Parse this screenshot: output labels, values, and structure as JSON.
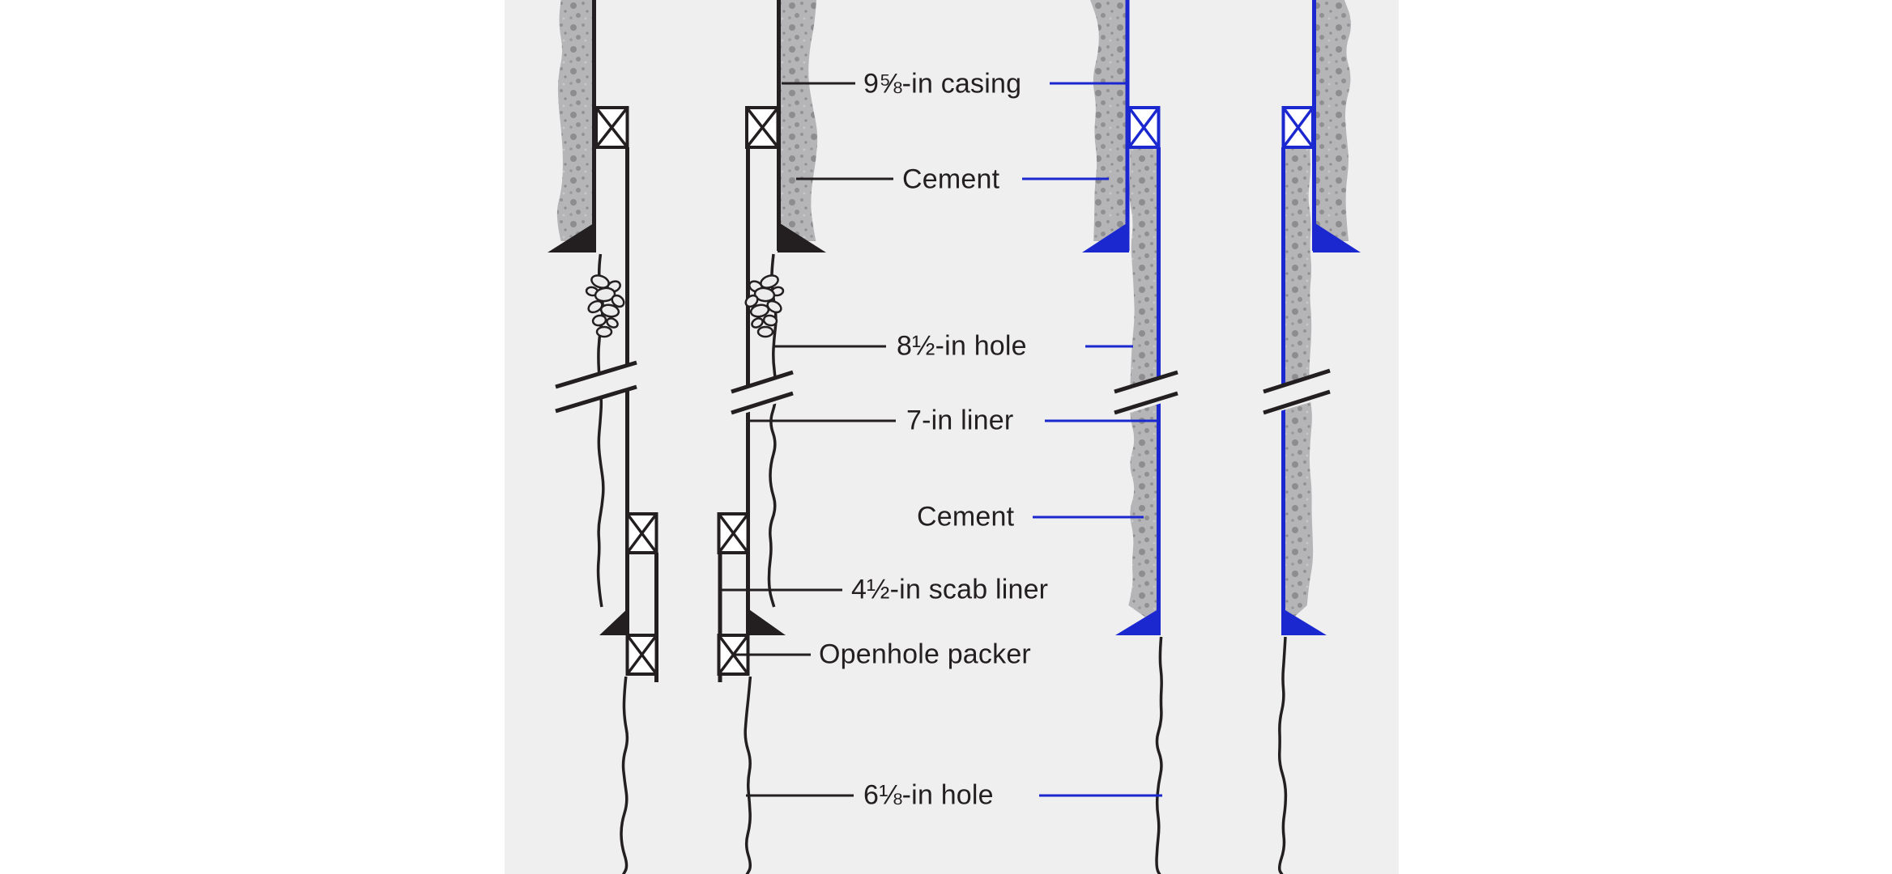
{
  "figure": {
    "type": "wellbore-schematic-comparison",
    "labels": {
      "casing": "9⅝-in casing",
      "cement_top": "Cement",
      "hole_8half": "8½-in hole",
      "liner_7in": "7-in liner",
      "cement_liner": "Cement",
      "scab_liner": "4½-in scab liner",
      "openhole_packer": "Openhole packer",
      "hole_6eighth": "6⅛-in hole"
    },
    "colors": {
      "before_well_line": "#231f20",
      "after_well_line": "#1b28cf",
      "cement_fill": "#b5b5b7",
      "cement_dot": "#8d8d90",
      "rubble_fill": "#ececec",
      "panel_background": "#efefef"
    }
  }
}
